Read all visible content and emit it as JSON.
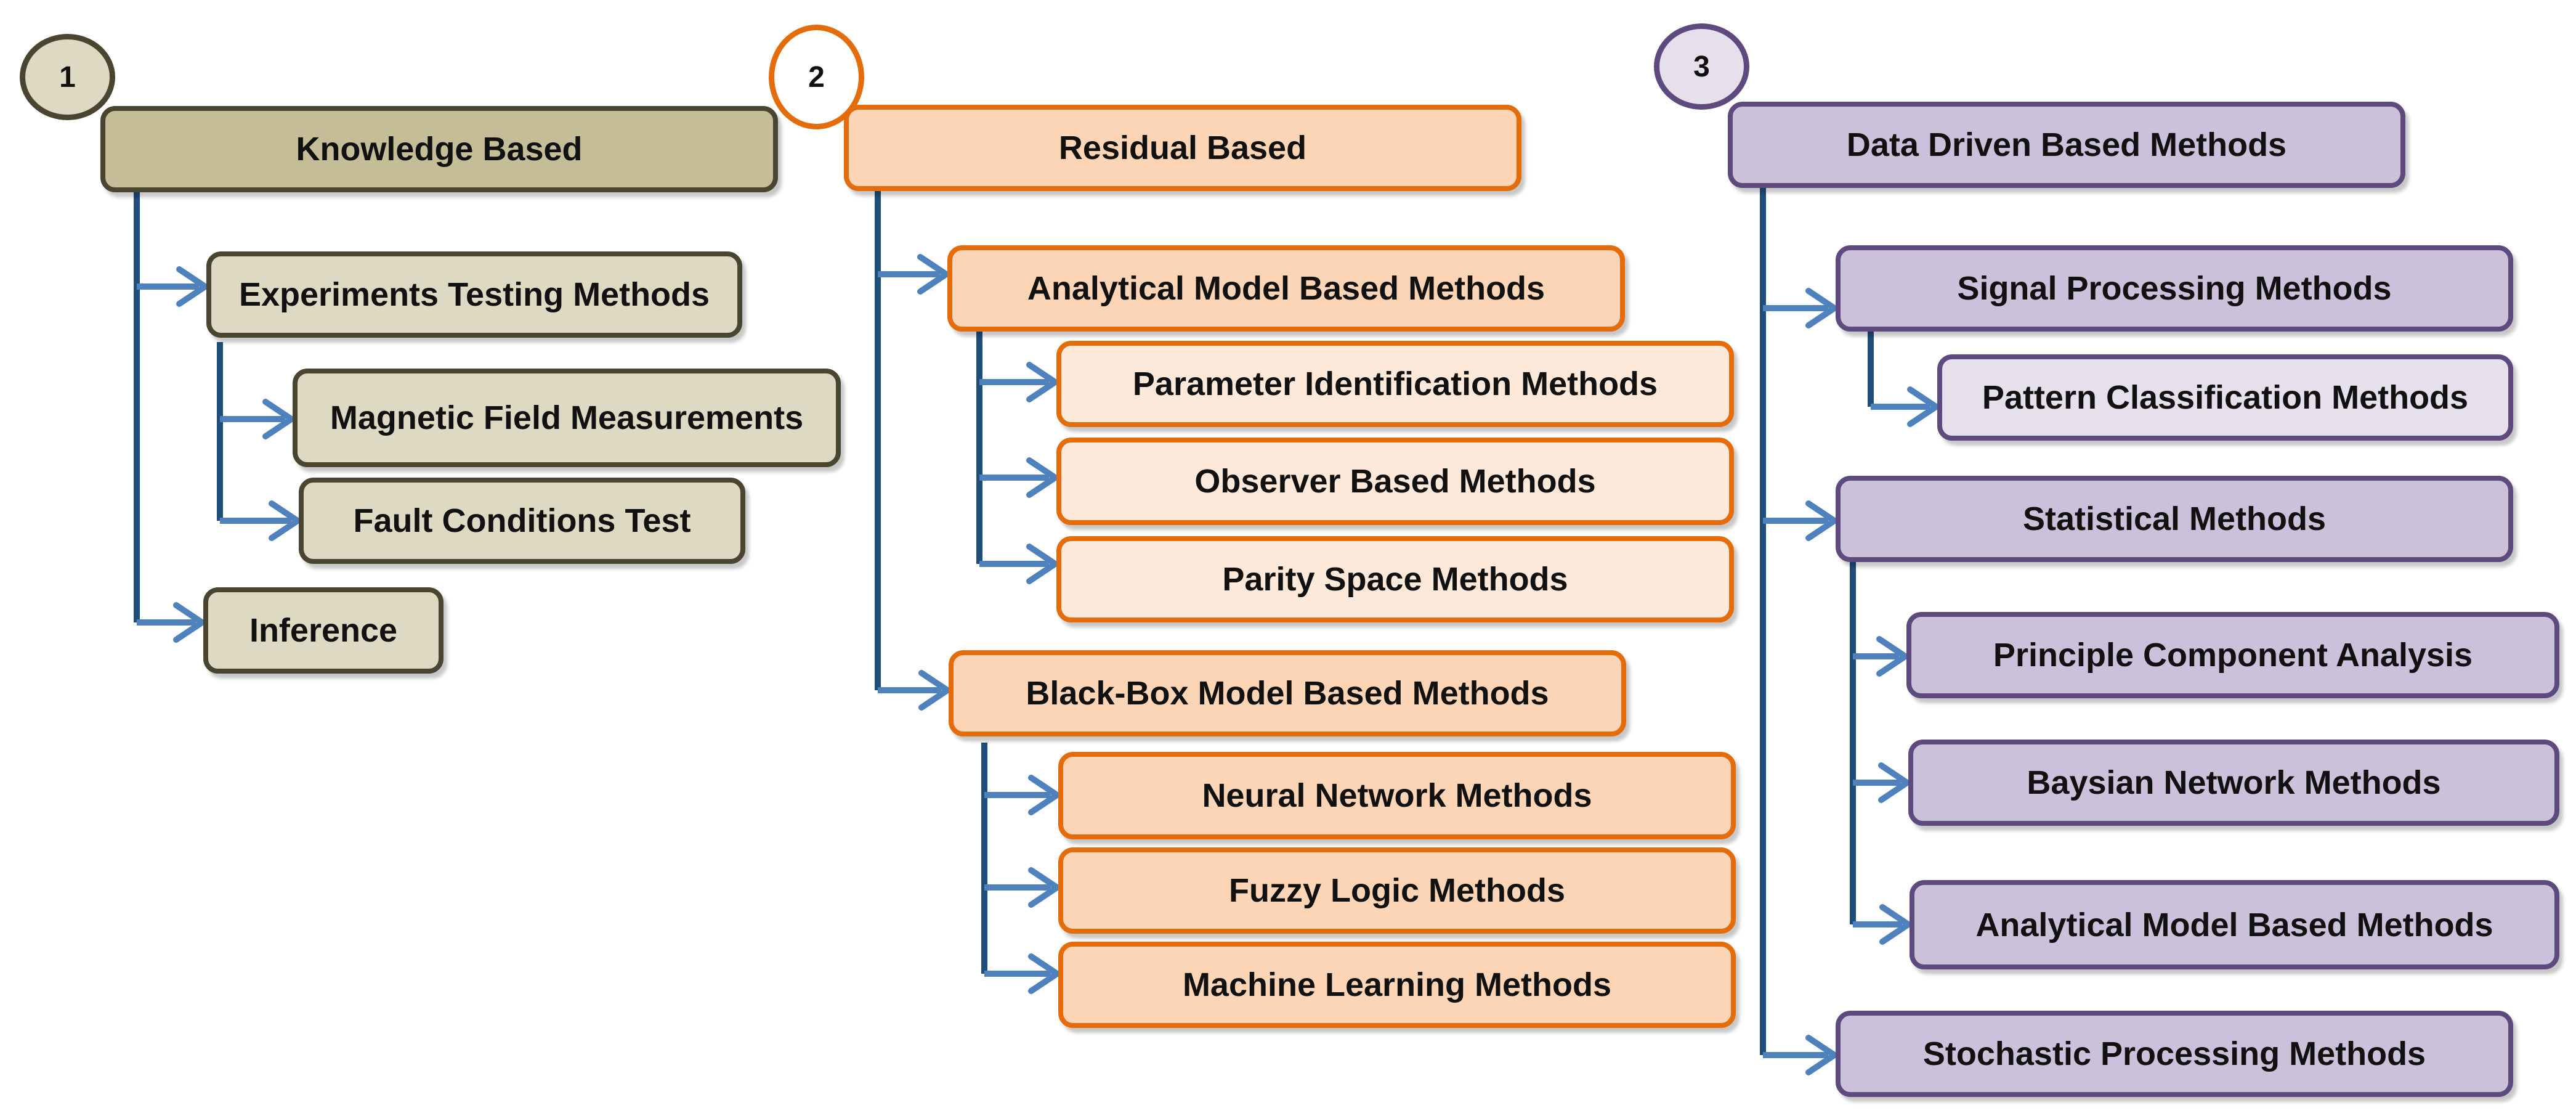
{
  "colors": {
    "connector_line": "#1f4e79",
    "arrow": "#4f81bd",
    "knowledge_fill": "#c4bd97",
    "knowledge_item_fill": "#ddd9c3",
    "knowledge_border": "#4a4530",
    "residual_fill": "#fbd5b5",
    "residual_sub_fill": "#fde9d9",
    "residual_border": "#e46c0a",
    "data_fill": "#ccc1da",
    "data_sub_fill": "#e5e0ec",
    "data_border": "#5f4a7f"
  },
  "column1": {
    "number": "1",
    "title": "Knowledge Based",
    "experiments": {
      "label": "Experiments Testing Methods",
      "children": [
        "Magnetic Field Measurements",
        "Fault Conditions Test"
      ]
    },
    "inference": "Inference"
  },
  "column2": {
    "number": "2",
    "title": "Residual Based",
    "analytical": {
      "label": "Analytical Model Based Methods",
      "children": [
        "Parameter Identification Methods",
        "Observer Based Methods",
        "Parity Space Methods"
      ]
    },
    "blackbox": {
      "label": "Black-Box Model Based Methods",
      "children": [
        "Neural Network Methods",
        "Fuzzy Logic Methods",
        "Machine Learning Methods"
      ]
    }
  },
  "column3": {
    "number": "3",
    "title": "Data Driven Based Methods",
    "signal": {
      "label": "Signal Processing Methods",
      "children": [
        "Pattern Classification Methods"
      ]
    },
    "statistical": {
      "label": "Statistical Methods",
      "children": [
        "Principle Component Analysis",
        "Baysian Network Methods",
        "Analytical Model Based Methods"
      ]
    },
    "stochastic": "Stochastic Processing Methods"
  }
}
